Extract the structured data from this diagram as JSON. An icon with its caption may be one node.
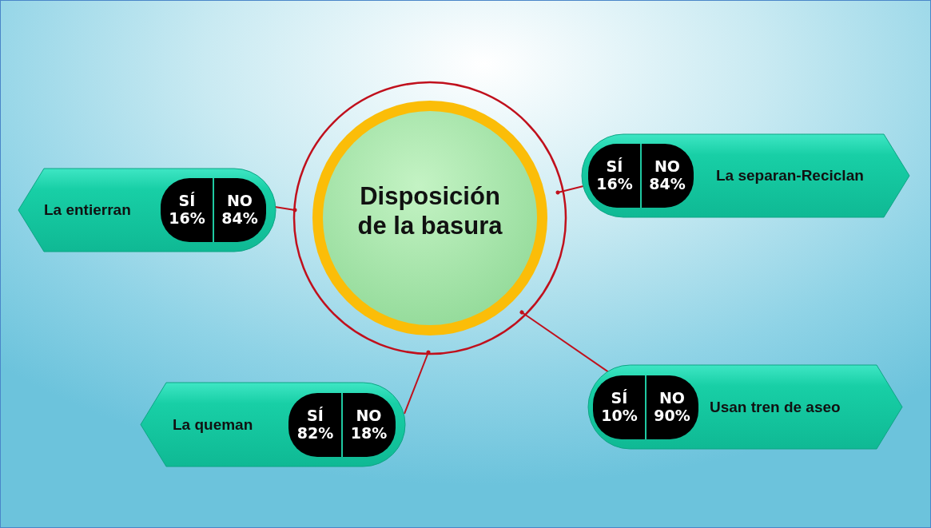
{
  "diagram": {
    "nodes": [
      {
        "text": [
          "Disposición de la basura"
        ]
      },
      {
        "text": [
          "La entierran"
        ]
      },
      {
        "text": [
          "SÍ 16%",
          "NO 84%"
        ],
        "in": 1
      },
      {
        "text": [
          "La separan-Reciclan"
        ]
      },
      {
        "text": [
          "SÍ 16%",
          "NO 84%"
        ],
        "in": 3
      },
      {
        "text": [
          "La queman"
        ]
      },
      {
        "text": [
          "SÍ 82%",
          "NO 18%"
        ],
        "in": 5
      },
      {
        "text": [
          "Usan tren de aseo"
        ]
      },
      {
        "text": [
          "SÍ 10%",
          "NO 90%"
        ],
        "in": 7
      }
    ],
    "edges": [
      {
        "from": 0,
        "to": 1,
        "arrow": "other"
      },
      {
        "from": 0,
        "to": 3,
        "arrow": "other"
      },
      {
        "from": 0,
        "to": 5,
        "arrow": "other"
      },
      {
        "from": 0,
        "to": 7,
        "arrow": "other"
      }
    ]
  }
}
